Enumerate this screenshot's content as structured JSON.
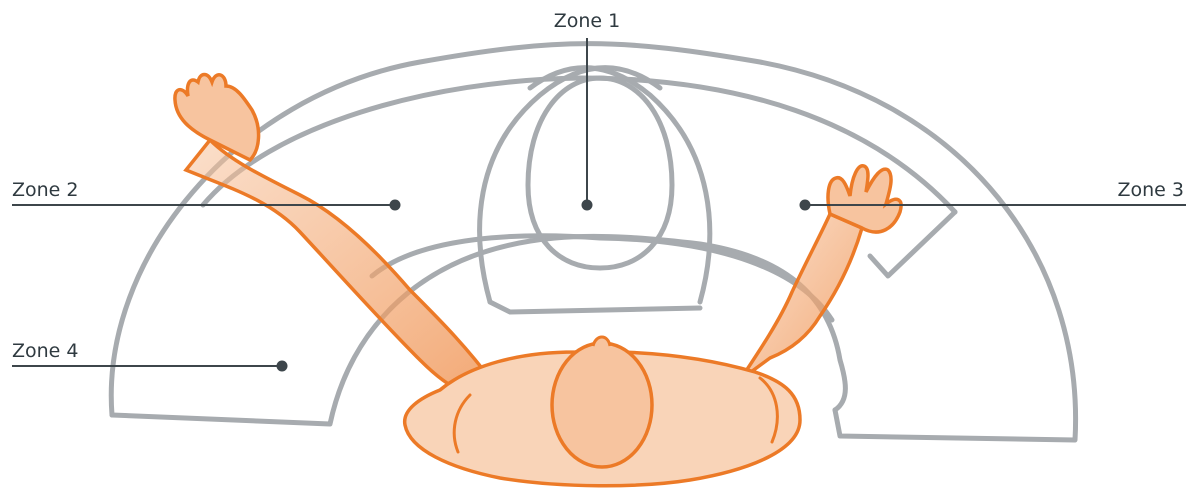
{
  "diagram": {
    "labels": {
      "zone1": "Zone 1",
      "zone2": "Zone 2",
      "zone3": "Zone 3",
      "zone4": "Zone 4"
    },
    "colors": {
      "zone_outline": "#a7abaf",
      "figure_outline": "#ec7a27",
      "figure_fill": "#f4a971",
      "leader": "#3d464b",
      "label_text": "#2f3a40"
    }
  }
}
